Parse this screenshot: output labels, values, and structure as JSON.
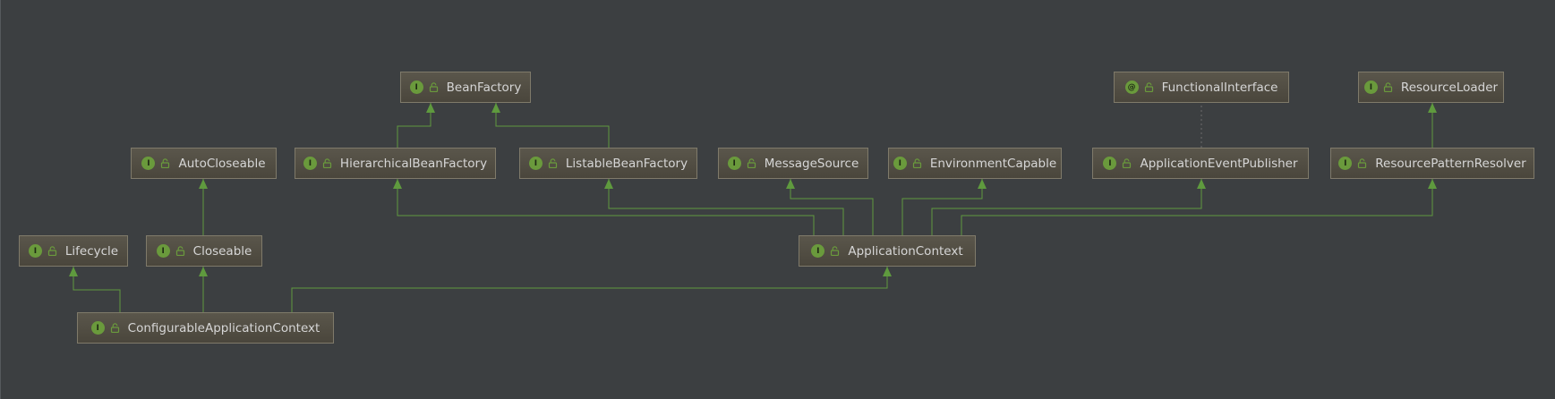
{
  "diagram": {
    "nodes": [
      {
        "id": "BeanFactory",
        "label": "BeanFactory",
        "kind_icon": "interface-icon",
        "kind_glyph": "I"
      },
      {
        "id": "FunctionalInterface",
        "label": "FunctionalInterface",
        "kind_icon": "annotation-icon",
        "kind_glyph": "@"
      },
      {
        "id": "ResourceLoader",
        "label": "ResourceLoader",
        "kind_icon": "interface-icon",
        "kind_glyph": "I"
      },
      {
        "id": "AutoCloseable",
        "label": "AutoCloseable",
        "kind_icon": "interface-icon",
        "kind_glyph": "I"
      },
      {
        "id": "HierarchicalBeanFactory",
        "label": "HierarchicalBeanFactory",
        "kind_icon": "interface-icon",
        "kind_glyph": "I"
      },
      {
        "id": "ListableBeanFactory",
        "label": "ListableBeanFactory",
        "kind_icon": "interface-icon",
        "kind_glyph": "I"
      },
      {
        "id": "MessageSource",
        "label": "MessageSource",
        "kind_icon": "interface-icon",
        "kind_glyph": "I"
      },
      {
        "id": "EnvironmentCapable",
        "label": "EnvironmentCapable",
        "kind_icon": "interface-icon",
        "kind_glyph": "I"
      },
      {
        "id": "ApplicationEventPublisher",
        "label": "ApplicationEventPublisher",
        "kind_icon": "interface-icon",
        "kind_glyph": "I"
      },
      {
        "id": "ResourcePatternResolver",
        "label": "ResourcePatternResolver",
        "kind_icon": "interface-icon",
        "kind_glyph": "I"
      },
      {
        "id": "Lifecycle",
        "label": "Lifecycle",
        "kind_icon": "interface-icon",
        "kind_glyph": "I"
      },
      {
        "id": "Closeable",
        "label": "Closeable",
        "kind_icon": "interface-icon",
        "kind_glyph": "I"
      },
      {
        "id": "ApplicationContext",
        "label": "ApplicationContext",
        "kind_icon": "interface-icon",
        "kind_glyph": "I"
      },
      {
        "id": "ConfigurableApplicationContext",
        "label": "ConfigurableApplicationContext",
        "kind_icon": "interface-icon",
        "kind_glyph": "I"
      }
    ],
    "edges": [
      {
        "from": "HierarchicalBeanFactory",
        "to": "BeanFactory",
        "style": "solid"
      },
      {
        "from": "ListableBeanFactory",
        "to": "BeanFactory",
        "style": "solid"
      },
      {
        "from": "ApplicationEventPublisher",
        "to": "FunctionalInterface",
        "style": "dotted"
      },
      {
        "from": "ResourcePatternResolver",
        "to": "ResourceLoader",
        "style": "solid"
      },
      {
        "from": "Closeable",
        "to": "AutoCloseable",
        "style": "solid"
      },
      {
        "from": "ApplicationContext",
        "to": "HierarchicalBeanFactory",
        "style": "solid"
      },
      {
        "from": "ApplicationContext",
        "to": "ListableBeanFactory",
        "style": "solid"
      },
      {
        "from": "ApplicationContext",
        "to": "MessageSource",
        "style": "solid"
      },
      {
        "from": "ApplicationContext",
        "to": "EnvironmentCapable",
        "style": "solid"
      },
      {
        "from": "ApplicationContext",
        "to": "ApplicationEventPublisher",
        "style": "solid"
      },
      {
        "from": "ApplicationContext",
        "to": "ResourcePatternResolver",
        "style": "solid"
      },
      {
        "from": "ConfigurableApplicationContext",
        "to": "Lifecycle",
        "style": "solid"
      },
      {
        "from": "ConfigurableApplicationContext",
        "to": "Closeable",
        "style": "solid"
      },
      {
        "from": "ConfigurableApplicationContext",
        "to": "ApplicationContext",
        "style": "solid"
      }
    ],
    "colors": {
      "background": "#3c3f41",
      "edge": "#5f9a3e",
      "dotted_edge": "#6b6b6b",
      "node_border": "#7f7a6a",
      "node_text": "#d6d6d6",
      "icon": "#6a9a3c"
    }
  }
}
